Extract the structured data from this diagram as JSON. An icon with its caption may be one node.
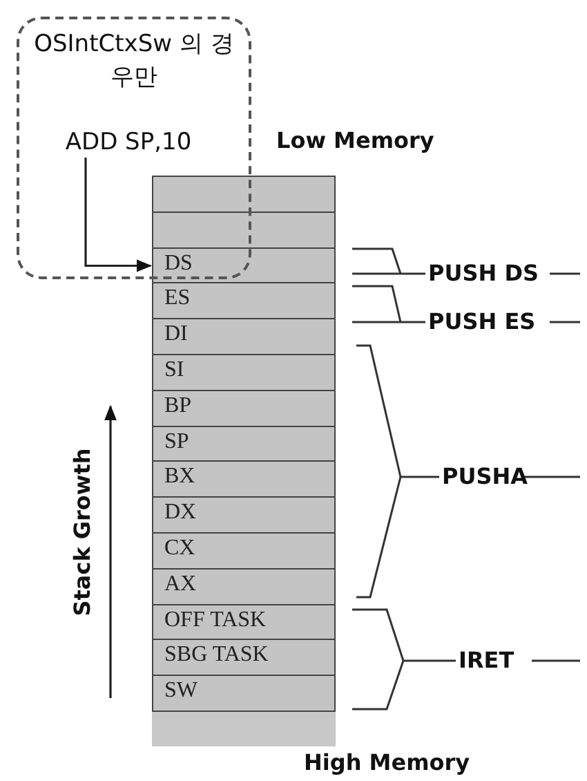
{
  "diagram": {
    "nodes": [
      {
        "text": [
          "OSIntCtxSw 의 경우만"
        ]
      },
      {
        "text": [
          "ADD SP,10"
        ],
        "in": 0
      },
      {
        "text": [],
        "shape": "box"
      },
      {
        "text": [],
        "shape": "box",
        "in": 2
      },
      {
        "text": [],
        "shape": "box",
        "in": 2
      },
      {
        "text": [
          "DS"
        ],
        "in": 2
      },
      {
        "text": [
          "ES"
        ],
        "in": 2
      },
      {
        "text": [
          "DI"
        ],
        "in": 2
      },
      {
        "text": [
          "SI"
        ],
        "in": 2
      },
      {
        "text": [
          "BP"
        ],
        "in": 2
      },
      {
        "text": [
          "SP"
        ],
        "in": 2
      },
      {
        "text": [
          "BX"
        ],
        "in": 2
      },
      {
        "text": [
          "DX"
        ],
        "in": 2
      },
      {
        "text": [
          "CX"
        ],
        "in": 2
      },
      {
        "text": [
          "AX"
        ],
        "in": 2
      },
      {
        "text": [
          "OFF TASK"
        ],
        "in": 2
      },
      {
        "text": [
          "SBG TASK"
        ],
        "in": 2
      },
      {
        "text": [
          "SW"
        ],
        "in": 2
      }
    ],
    "edges": [
      {
        "from": 1,
        "to": 5,
        "arrow": "to"
      }
    ],
    "labels": [
      "Low Memory",
      "PUSH DS",
      "PUSH ES",
      "Stack Growth",
      "PUSHA",
      "IRET",
      "High Memory"
    ]
  }
}
